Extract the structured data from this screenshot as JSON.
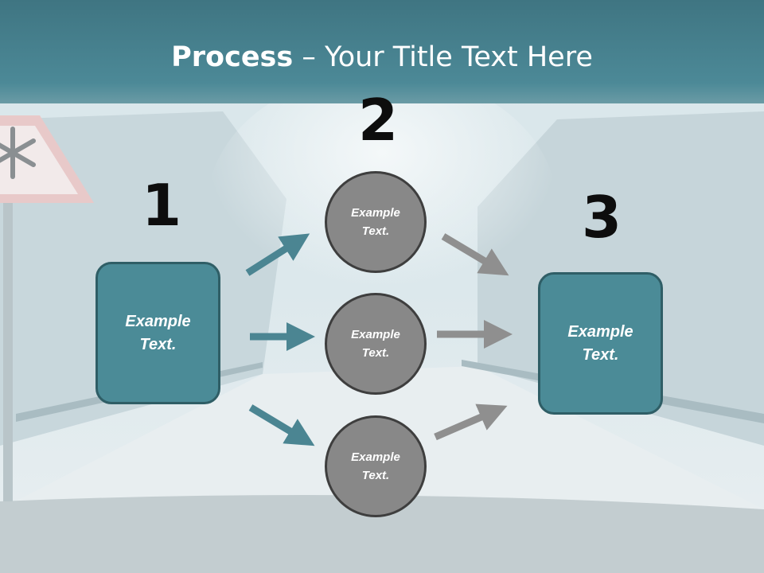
{
  "title": {
    "bold": "Process",
    "rest": " – Your Title Text Here"
  },
  "steps": [
    {
      "number": "1",
      "text": "Example\nText."
    },
    {
      "number": "2",
      "text": "Example\nText."
    },
    {
      "number": "3",
      "text": "Example\nText."
    }
  ],
  "circles": [
    {
      "text": "Example\nText."
    },
    {
      "text": "Example\nText."
    },
    {
      "text": "Example\nText."
    }
  ],
  "colors": {
    "teal_box": "#4b8b97",
    "teal_arrow": "#4b8592",
    "grey_circle": "#888888",
    "grey_arrow": "#8f8f8f"
  },
  "icons": [
    "snowflake-warning-sign"
  ]
}
